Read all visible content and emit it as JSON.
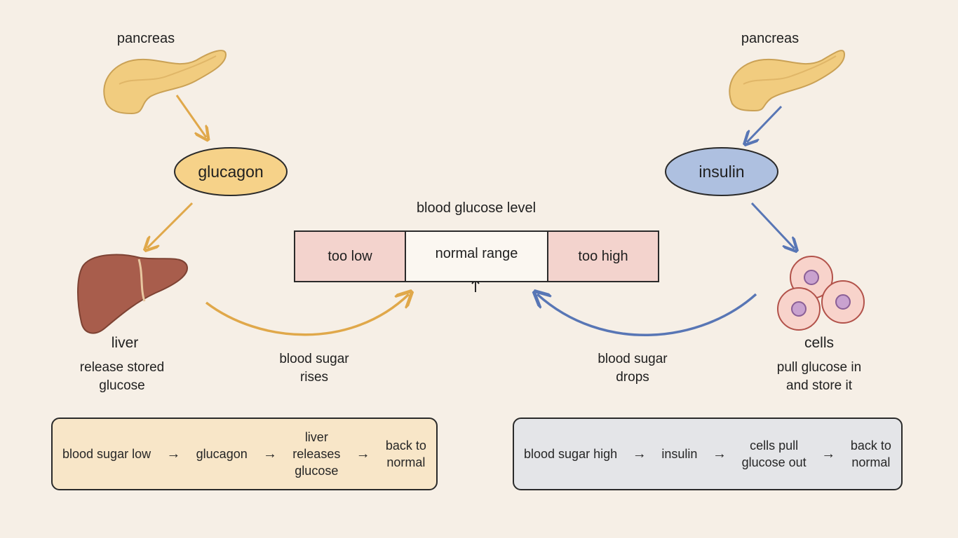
{
  "gauge": {
    "title": "blood glucose level",
    "low_label": "too low",
    "normal_label": "normal range",
    "high_label": "too high"
  },
  "left": {
    "organ_label": "pancreas",
    "hormone_label": "glucagon",
    "target_label": "liver",
    "target_action": [
      "release stored",
      "glucose"
    ],
    "effect_label": [
      "blood sugar",
      "rises"
    ]
  },
  "right": {
    "organ_label": "pancreas",
    "hormone_label": "insulin",
    "target_label": "cells",
    "target_action": [
      "pull glucose in",
      "and store it"
    ],
    "effect_label": [
      "blood sugar",
      "drops"
    ]
  },
  "summary_left": {
    "steps": [
      [
        "blood sugar low"
      ],
      [
        "glucagon"
      ],
      [
        "liver",
        "releases",
        "glucose"
      ],
      [
        "back to",
        "normal"
      ]
    ],
    "arrow": "→"
  },
  "summary_right": {
    "steps": [
      [
        "blood sugar high"
      ],
      [
        "insulin"
      ],
      [
        "cells pull",
        "glucose out"
      ],
      [
        "back to",
        "normal"
      ]
    ],
    "arrow": "→"
  },
  "colors": {
    "glucagon_accent": "#e9b456",
    "insulin_accent": "#5f7fbf",
    "liver": "#a85d4c",
    "pancreas": "#f1cc7f",
    "cell": "#f8d3cb",
    "nucleus": "#c9a2cf",
    "danger_zone": "#f3d3cd"
  }
}
